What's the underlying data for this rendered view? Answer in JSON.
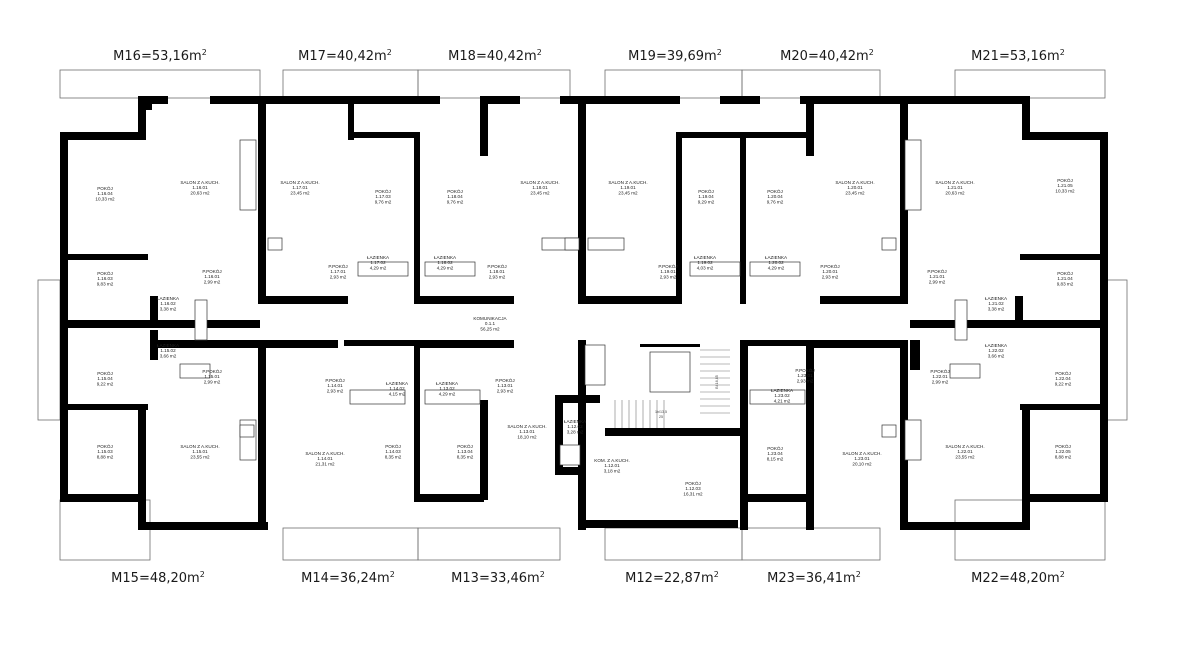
{
  "units_top": [
    {
      "name": "M16",
      "area": "=53,16m",
      "sup": "2"
    },
    {
      "name": "M17",
      "area": "=40,42m",
      "sup": "2"
    },
    {
      "name": "M18",
      "area": "=40,42m",
      "sup": "2"
    },
    {
      "name": "M19",
      "area": "=39,69m",
      "sup": "2"
    },
    {
      "name": "M20",
      "area": "=40,42m",
      "sup": "2"
    },
    {
      "name": "M21",
      "area": "=53,16m",
      "sup": "2"
    }
  ],
  "units_bottom": [
    {
      "name": "M15",
      "area": "=48,20m",
      "sup": "2"
    },
    {
      "name": "M14",
      "area": "=36,24m",
      "sup": "2"
    },
    {
      "name": "M13",
      "area": "=33,46m",
      "sup": "2"
    },
    {
      "name": "M12",
      "area": "=22,87m",
      "sup": "2"
    },
    {
      "name": "M23",
      "area": "=36,41m",
      "sup": "2"
    },
    {
      "name": "M22",
      "area": "=48,20m",
      "sup": "2"
    }
  ],
  "rooms": [
    {
      "id": "r1",
      "lines": [
        "POKÓJ",
        "1.16.04",
        "10,33 m2"
      ]
    },
    {
      "id": "r2",
      "lines": [
        "SALON Z A.KUCH.",
        "1.16.01",
        "20,63 m2"
      ]
    },
    {
      "id": "r3",
      "lines": [
        "SALON Z A.KUCH.",
        "1.17.01",
        "23,45 m2"
      ]
    },
    {
      "id": "r4",
      "lines": [
        "POKÓJ",
        "1.17.03",
        "9,76 m2"
      ]
    },
    {
      "id": "r5",
      "lines": [
        "POKÓJ",
        "1.18.04",
        "9,76 m2"
      ]
    },
    {
      "id": "r6",
      "lines": [
        "SALON Z A.KUCH.",
        "1.18.01",
        "23,45 m2"
      ]
    },
    {
      "id": "r7",
      "lines": [
        "SALON Z A.KUCH.",
        "1.19.01",
        "23,45 m2"
      ]
    },
    {
      "id": "r8",
      "lines": [
        "POKÓJ",
        "1.19.04",
        "9,29 m2"
      ]
    },
    {
      "id": "r9",
      "lines": [
        "POKÓJ",
        "1.20.04",
        "9,76 m2"
      ]
    },
    {
      "id": "r10",
      "lines": [
        "SALON Z A.KUCH.",
        "1.20.01",
        "23,45 m2"
      ]
    },
    {
      "id": "r11",
      "lines": [
        "SALON Z A.KUCH.",
        "1.21.01",
        "20,63 m2"
      ]
    },
    {
      "id": "r12",
      "lines": [
        "POKÓJ",
        "1.21.05",
        "10,33 m2"
      ]
    },
    {
      "id": "r13",
      "lines": [
        "POKÓJ",
        "1.16.03",
        "9,83 m2"
      ]
    },
    {
      "id": "r14",
      "lines": [
        "P.POKÓJ",
        "1.16.01",
        "2,99 m2"
      ]
    },
    {
      "id": "r15",
      "lines": [
        "ŁAZIENKA",
        "1.16.02",
        "3,38 m2"
      ]
    },
    {
      "id": "r16",
      "lines": [
        "P.POKÓJ",
        "1.17.01",
        "2,93 m2"
      ]
    },
    {
      "id": "r17",
      "lines": [
        "ŁAZIENKA",
        "1.17.02",
        "4,29 m2"
      ]
    },
    {
      "id": "r18",
      "lines": [
        "ŁAZIENKA",
        "1.18.02",
        "4,29 m2"
      ]
    },
    {
      "id": "r19",
      "lines": [
        "P.POKÓJ",
        "1.18.01",
        "2,93 m2"
      ]
    },
    {
      "id": "r20",
      "lines": [
        "P.POKÓJ",
        "1.19.01",
        "2,93 m2"
      ]
    },
    {
      "id": "r21",
      "lines": [
        "ŁAZIENKA",
        "1.19.02",
        "4,03 m2"
      ]
    },
    {
      "id": "r22",
      "lines": [
        "ŁAZIENKA",
        "1.20.02",
        "4,29 m2"
      ]
    },
    {
      "id": "r23",
      "lines": [
        "P.POKÓJ",
        "1.20.01",
        "2,93 m2"
      ]
    },
    {
      "id": "r24",
      "lines": [
        "P.POKÓJ",
        "1.21.01",
        "2,99 m2"
      ]
    },
    {
      "id": "r25",
      "lines": [
        "ŁAZIENKA",
        "1.21.02",
        "3,38 m2"
      ]
    },
    {
      "id": "r26",
      "lines": [
        "POKÓJ",
        "1.21.04",
        "9,83 m2"
      ]
    },
    {
      "id": "r27",
      "lines": [
        "KOMUNIKACJA",
        "0.1.1",
        "56,25 m2"
      ]
    },
    {
      "id": "r28",
      "lines": [
        "ŁAZIENKA",
        "1.15.02",
        "3,66 m2"
      ]
    },
    {
      "id": "r29",
      "lines": [
        "POKÓJ",
        "1.15.04",
        "9,22 m2"
      ]
    },
    {
      "id": "r30",
      "lines": [
        "P.POKÓJ",
        "1.15.01",
        "2,99 m2"
      ]
    },
    {
      "id": "r31",
      "lines": [
        "P.POKÓJ",
        "1.14.01",
        "2,93 m2"
      ]
    },
    {
      "id": "r32",
      "lines": [
        "ŁAZIENKA",
        "1.14.02",
        "4,15 m2"
      ]
    },
    {
      "id": "r33",
      "lines": [
        "ŁAZIENKA",
        "1.13.02",
        "4,29 m2"
      ]
    },
    {
      "id": "r34",
      "lines": [
        "P.POKÓJ",
        "1.13.01",
        "2,93 m2"
      ]
    },
    {
      "id": "r35",
      "lines": [
        "POKÓJ",
        "1.15.03",
        "8,88 m2"
      ]
    },
    {
      "id": "r36",
      "lines": [
        "SALON Z A.KUCH.",
        "1.15.01",
        "23,55 m2"
      ]
    },
    {
      "id": "r37",
      "lines": [
        "SALON Z A.KUCH.",
        "1.14.01",
        "21,31 m2"
      ]
    },
    {
      "id": "r38",
      "lines": [
        "POKÓJ",
        "1.14.03",
        "8,35 m2"
      ]
    },
    {
      "id": "r39",
      "lines": [
        "POKÓJ",
        "1.13.04",
        "8,35 m2"
      ]
    },
    {
      "id": "r40",
      "lines": [
        "SALON Z A.KUCH.",
        "1.13.01",
        "18,10 m2"
      ]
    },
    {
      "id": "r41",
      "lines": [
        "ŁAZIENKA",
        "1.12.02",
        "3,28 m2"
      ]
    },
    {
      "id": "r42",
      "lines": [
        "KOM. Z A.KUCH.",
        "1.12.01",
        "3,18 m2"
      ]
    },
    {
      "id": "r43",
      "lines": [
        "POKÓJ",
        "1.12.03",
        "16,31 m2"
      ]
    },
    {
      "id": "r44",
      "lines": [
        "P.POKÓJ",
        "1.23.01",
        "2,93 m2"
      ]
    },
    {
      "id": "r45",
      "lines": [
        "ŁAZIENKA",
        "1.23.02",
        "4,21 m2"
      ]
    },
    {
      "id": "r46",
      "lines": [
        "POKÓJ",
        "1.23.04",
        "8,15 m2"
      ]
    },
    {
      "id": "r47",
      "lines": [
        "SALON Z A.KUCH.",
        "1.23.01",
        "20,10 m2"
      ]
    },
    {
      "id": "r48",
      "lines": [
        "P.POKÓJ",
        "1.22.01",
        "2,99 m2"
      ]
    },
    {
      "id": "r49",
      "lines": [
        "ŁAZIENKA",
        "1.22.02",
        "3,66 m2"
      ]
    },
    {
      "id": "r50",
      "lines": [
        "POKÓJ",
        "1.22.04",
        "9,22 m2"
      ]
    },
    {
      "id": "r51",
      "lines": [
        "SALON Z A.KUCH.",
        "1.22.01",
        "23,55 m2"
      ]
    },
    {
      "id": "r52",
      "lines": [
        "POKÓJ",
        "1.22.05",
        "8,88 m2"
      ]
    }
  ],
  "stair": {
    "lines": [
      "1b/13,5",
      "25"
    ],
    "landing": "BI.16,85"
  }
}
